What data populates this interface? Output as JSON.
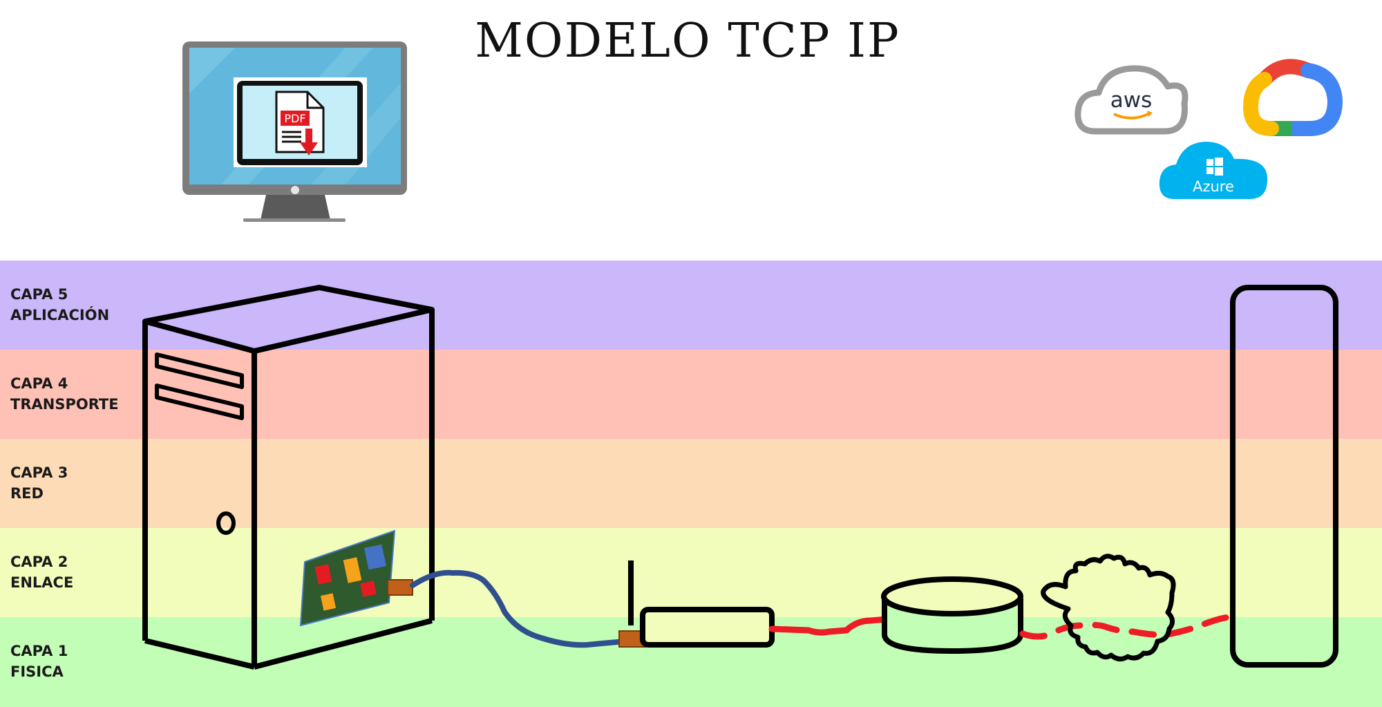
{
  "title": "MODELO TCP IP",
  "layers": [
    {
      "line1": "CAPA 5",
      "line2": "APLICACIÓN",
      "color": "#cbb8fb"
    },
    {
      "line1": "CAPA 4",
      "line2": "TRANSPORTE",
      "color": "#ffc0b6"
    },
    {
      "line1": "CAPA 3",
      "line2": "RED",
      "color": "#fddbb7"
    },
    {
      "line1": "CAPA 2",
      "line2": "ENLACE",
      "color": "#f3fdbb"
    },
    {
      "line1": "CAPA 1",
      "line2": "FISICA",
      "color": "#c2feb5"
    }
  ],
  "monitor_icon": {
    "badge": "PDF"
  },
  "cloud_logos": {
    "aws": "aws",
    "azure": "Azure"
  },
  "colors": {
    "link_cable": "#2f4f8f",
    "wan_link": "#ee1c25",
    "outline": "#000000"
  }
}
